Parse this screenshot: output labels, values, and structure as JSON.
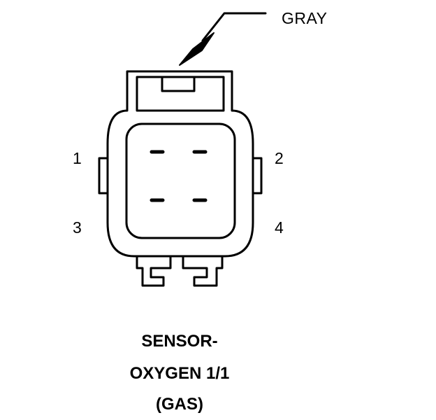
{
  "callout": {
    "color_label": "GRAY"
  },
  "pins": [
    {
      "label": "1"
    },
    {
      "label": "2"
    },
    {
      "label": "3"
    },
    {
      "label": "4"
    }
  ],
  "title": {
    "line1": "SENSOR-",
    "line2": "OXYGEN 1/1",
    "line3": "(GAS)"
  },
  "colors": {
    "stroke": "#000000",
    "background": "#ffffff"
  }
}
